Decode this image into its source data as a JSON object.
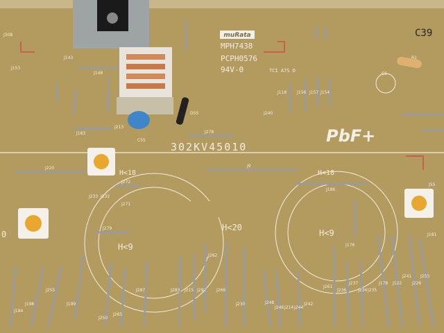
{
  "board": {
    "brand": "muRata",
    "model_lines": [
      "MPH7438",
      "PCPH0576",
      "94V-0"
    ],
    "cert_text": "TCI  A7S  D",
    "part_number": "302KV45010",
    "lead_free_mark": "PbF+",
    "corner_label": "C39",
    "height_marks": [
      "H<18",
      "H<18",
      "H<20",
      "H<9",
      "H<9"
    ],
    "left_edge_mark": "0"
  },
  "jumper_labels": {
    "j278": "J278",
    "j9": "J9",
    "j186": "J186",
    "j220": "J220",
    "j272": "J272",
    "j271": "J271",
    "j279": "J279",
    "c55": "C55",
    "d55": "D55",
    "j183": "J183",
    "j148": "J148",
    "j143": "J143",
    "j153": "J153",
    "j308": "J308",
    "j213": "J213",
    "j176": "J176",
    "j261": "J261",
    "j236": "J236",
    "j237": "J237",
    "j234": "J234",
    "j235": "J235",
    "j178": "J178",
    "j122": "J122",
    "j241": "J241",
    "j226": "J226",
    "j253": "J253",
    "j248": "J248",
    "j246": "J246",
    "j214": "J214",
    "j244": "J244",
    "j242": "J242",
    "j230": "J230",
    "j266": "J266",
    "j292": "J292",
    "j215": "J215",
    "j283": "J283",
    "j287": "J287",
    "j265": "J265",
    "j250": "J250",
    "j199": "J199",
    "j255": "J255",
    "j198": "J198",
    "j184": "J184",
    "j181": "J181",
    "j240": "J240",
    "j118": "J118",
    "j156": "J156",
    "j157": "J157",
    "j154": "J154",
    "c5": "C5",
    "r1": "R1",
    "j55": "J55",
    "j233": "J233",
    "j232": "J232",
    "j262": "J262"
  },
  "colors": {
    "board": "#b39a5e",
    "silkscreen": "#f2efe6",
    "copper": "#d08a5a",
    "capacitor": "#3f86c8",
    "trimmer": "#e8a830"
  }
}
